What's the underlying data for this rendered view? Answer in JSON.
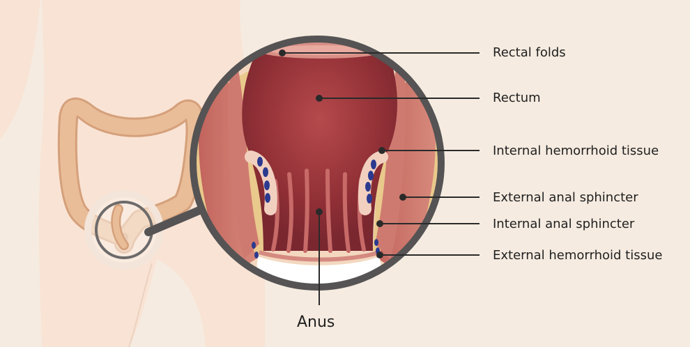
{
  "colors": {
    "background": "#f5ebe0",
    "body_silhouette": "#f9e3d4",
    "colon": "#e5b892",
    "rectum_wall": "#b5524e",
    "rectum_inner": "#a33a3d",
    "fat_layer": "#e9c98c",
    "vein_blue": "#2b3a8f",
    "magnifier_ring": "#555353",
    "leader_line": "#2a2a2a"
  },
  "labels": {
    "rectal_folds": "Rectal folds",
    "rectum": "Rectum",
    "internal_hemorrhoid_tissue": "Internal hemorrhoid tissue",
    "external_anal_sphincter": "External anal sphincter",
    "internal_anal_sphincter": "Internal anal sphincter",
    "external_hemorrhoid_tissue": "External hemorrhoid tissue",
    "anus": "Anus"
  }
}
